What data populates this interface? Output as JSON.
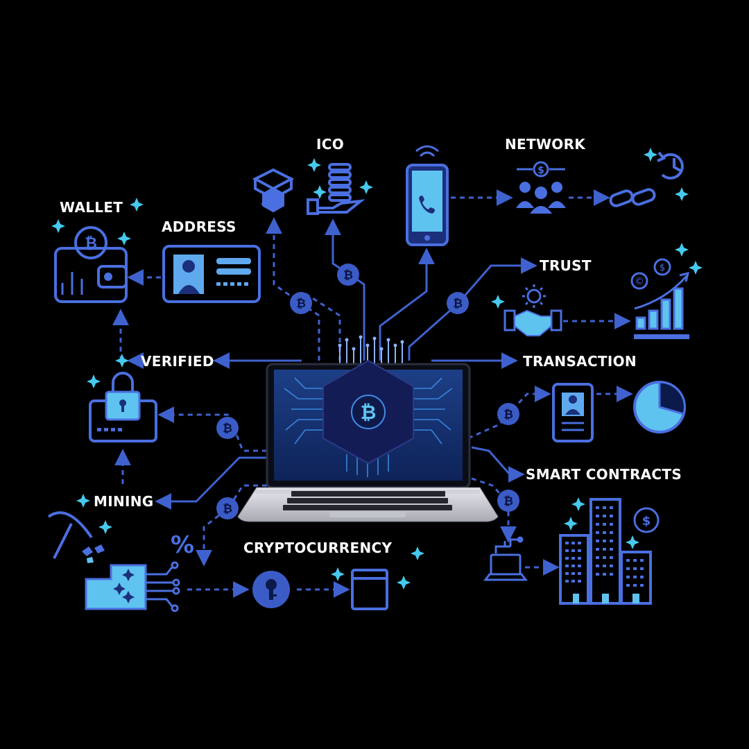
{
  "labels": {
    "ico": "ICO",
    "network": "NETWORK",
    "wallet": "WALLET",
    "address": "ADDRESS",
    "trust": "TRUST",
    "verified": "VERIFIED",
    "transaction": "TRANSACTION",
    "smart_contracts": "SMART CONTRACTS",
    "mining": "MINING",
    "cryptocurrency": "CRYPTOCURRENCY",
    "percent_symbol": "%",
    "bitcoin_symbol": "₿",
    "dollar_symbol": "$",
    "copyright_symbol": "©"
  },
  "colors": {
    "background": "#000000",
    "line": "#3f62cf",
    "icon_stroke": "#4a6fe0",
    "icon_fill_light": "#5fc3f0",
    "sparkle": "#46c9ee",
    "coin": "#3b5cc6",
    "label_text": "#ffffff"
  },
  "icons": [
    "laptop-icon",
    "bitcoin-chip-icon",
    "wallet-icon",
    "id-card-icon",
    "blockchain-cubes-icon",
    "coin-stack-hand-icon",
    "smartphone-icon",
    "network-people-icon",
    "chain-link-icon",
    "history-clock-icon",
    "handshake-icon",
    "growth-chart-icon",
    "padlock-card-icon",
    "mobile-profile-icon",
    "pie-chart-icon",
    "pickaxe-icon",
    "mining-box-icon",
    "key-coin-icon",
    "card-icon",
    "computer-icon",
    "buildings-icon"
  ]
}
